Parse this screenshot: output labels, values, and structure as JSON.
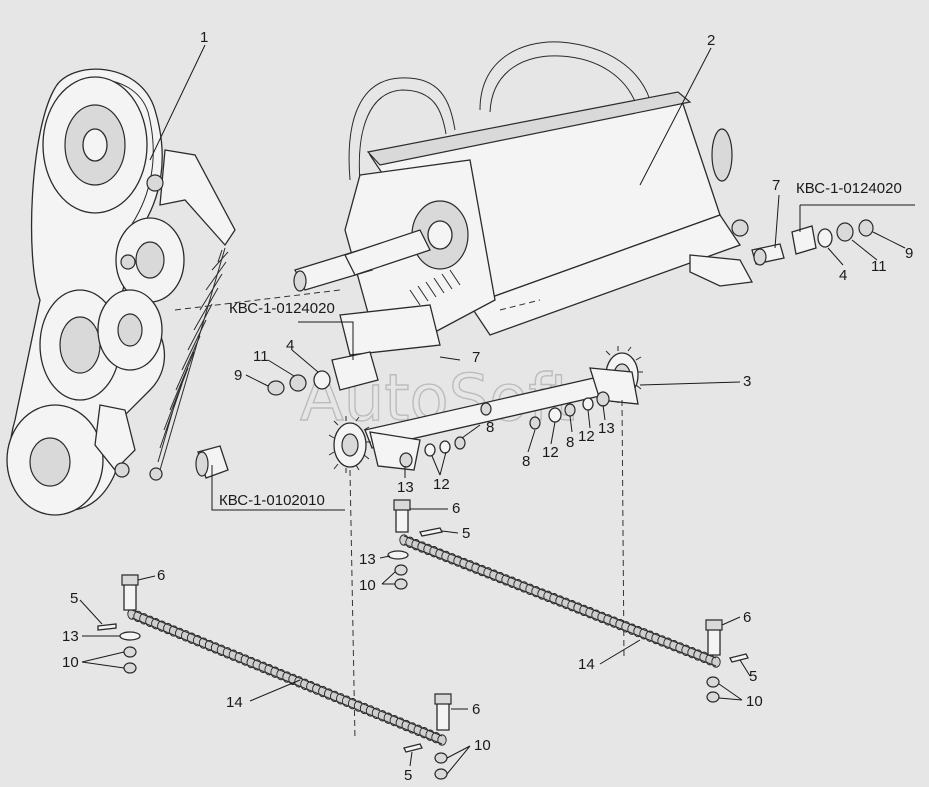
{
  "watermark": "AutoSoft",
  "codes": {
    "assy_right": "КВС-1-0124020",
    "assy_left": "КВС-1-0124020",
    "bush": "КВС-1-0102010"
  },
  "callouts": {
    "c1": "1",
    "c2": "2",
    "c3": "3",
    "c4a": "4",
    "c4b": "4",
    "c5a": "5",
    "c5b": "5",
    "c5c": "5",
    "c5d": "5",
    "c6a": "6",
    "c6b": "6",
    "c6c": "6",
    "c6d": "6",
    "c7a": "7",
    "c7b": "7",
    "c8a": "8",
    "c8b": "8",
    "c8c": "8",
    "c9a": "9",
    "c9b": "9",
    "c10a": "10",
    "c10b": "10",
    "c10c": "10",
    "c10d": "10",
    "c11a": "11",
    "c11b": "11",
    "c12a": "12",
    "c12b": "12",
    "c12c": "12",
    "c13a": "13",
    "c13b": "13",
    "c13c": "13",
    "c13d": "13",
    "c14a": "14",
    "c14b": "14"
  }
}
